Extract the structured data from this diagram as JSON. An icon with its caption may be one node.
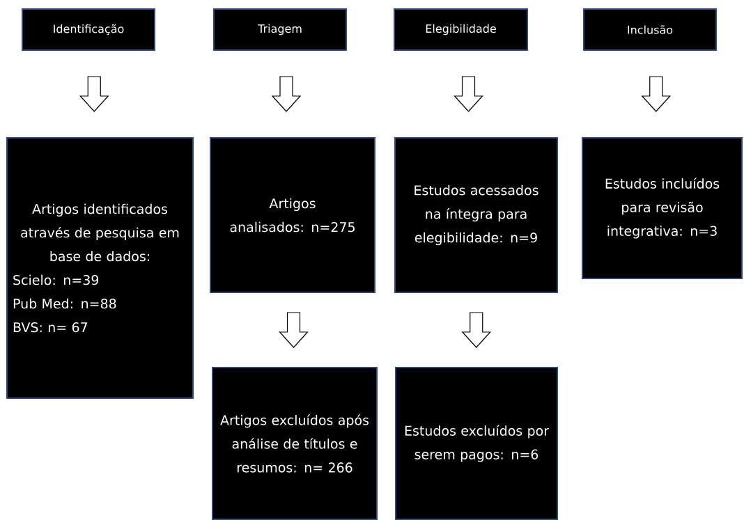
{
  "diagram": {
    "nodes": [
      {
        "text": [
          "Identificação"
        ]
      },
      {
        "text": [
          "Triagem"
        ]
      },
      {
        "text": [
          "Elegibilidade"
        ]
      },
      {
        "text": [
          "Inclusão"
        ]
      },
      {
        "text": [
          "Artigos identificados através de pesquisa em base de dados:",
          "Scielo: n=39",
          "Pub Med: n=88",
          "BVS: n= 67"
        ]
      },
      {
        "text": [
          "Artigos analisados: n=275"
        ]
      },
      {
        "text": [
          "Estudos acessados na íntegra para elegibilidade: n=9"
        ]
      },
      {
        "text": [
          "Estudos incluídos para revisão integrativa: n=3"
        ]
      },
      {
        "text": [
          "Artigos excluídos após análise de títulos e resumos: n= 266"
        ]
      },
      {
        "text": [
          "Estudos excluídos por serem pagos: n=6"
        ]
      }
    ],
    "edges": [
      {
        "from": 0,
        "to": 4,
        "arrow": "to"
      },
      {
        "from": 1,
        "to": 5,
        "arrow": "to"
      },
      {
        "from": 2,
        "to": 6,
        "arrow": "to"
      },
      {
        "from": 3,
        "to": 7,
        "arrow": "to"
      },
      {
        "from": 5,
        "to": 8,
        "arrow": "to"
      },
      {
        "from": 6,
        "to": 9,
        "arrow": "to"
      }
    ]
  }
}
